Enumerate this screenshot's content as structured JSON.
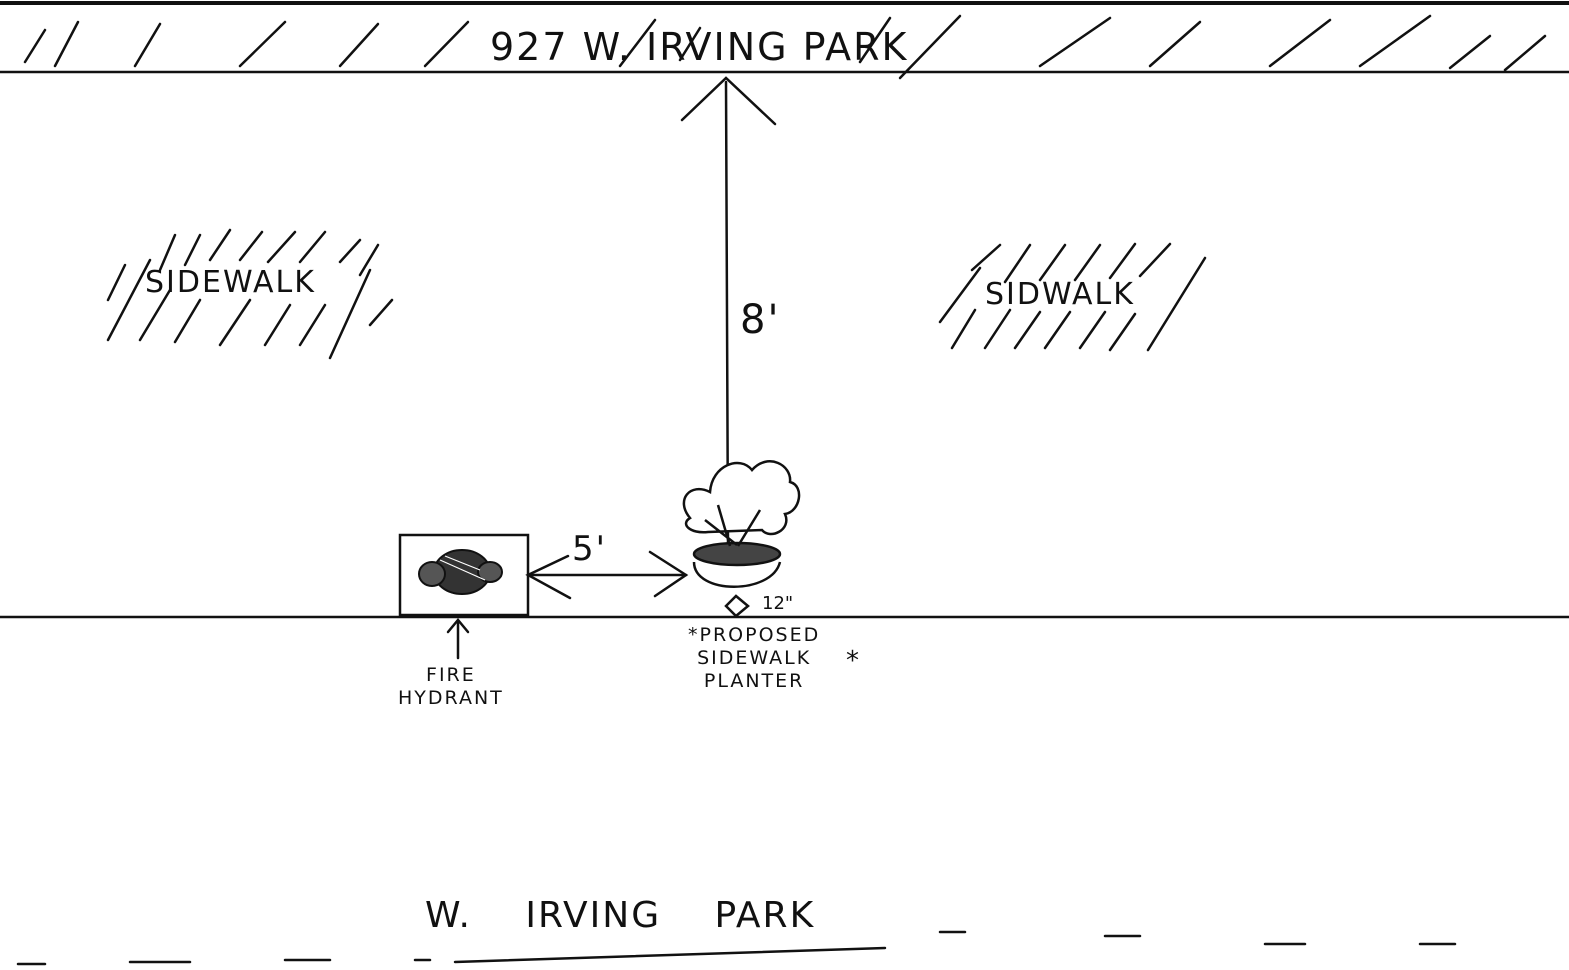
{
  "building_label": "927 W. IRVING PARK",
  "sidewalk_left_label": "SIDEWALK",
  "sidewalk_right_label": "SIDWALK",
  "dimensions": {
    "to_building": "8'",
    "to_hydrant": "5'",
    "planter_height": "12\""
  },
  "fire_hydrant_label": {
    "line1": "FIRE",
    "line2": "HYDRANT"
  },
  "planter_label": {
    "line1": "*PROPOSED",
    "line2": "SIDEWALK",
    "line3": "PLANTER",
    "marker": "*"
  },
  "street_label": "W. IRVING PARK",
  "icons": [
    "fire-hydrant-icon",
    "planter-icon"
  ]
}
